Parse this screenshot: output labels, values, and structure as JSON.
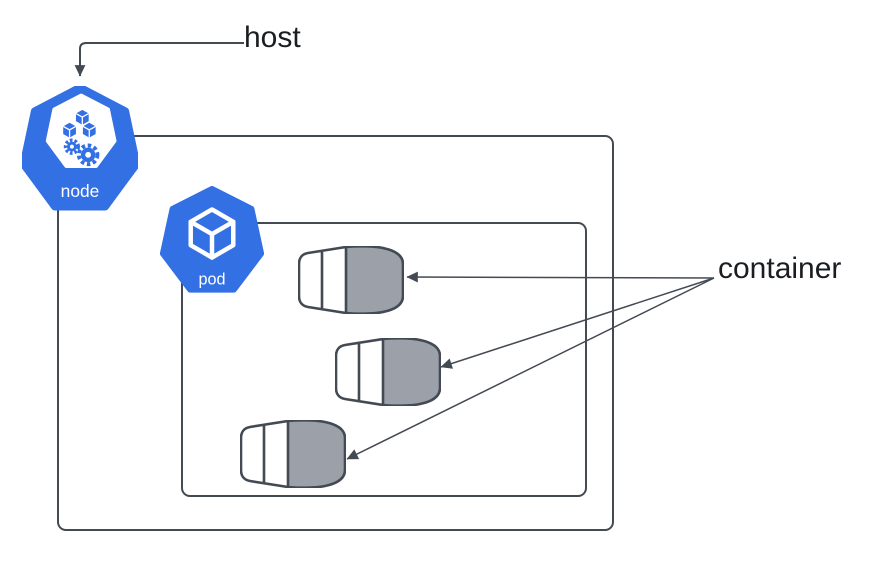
{
  "labels": {
    "host": "host",
    "container": "container"
  },
  "node_icon": {
    "label": "node"
  },
  "pod_icon": {
    "label": "pod"
  },
  "containers": {
    "count": 3
  },
  "colors": {
    "kubernetes_blue": "#3370e4",
    "container_fill": "#9ba0a9",
    "outline_dark": "#434a54",
    "label_text": "#1a1d21",
    "icon_label_text": "#ffffff",
    "background": "#ffffff"
  }
}
